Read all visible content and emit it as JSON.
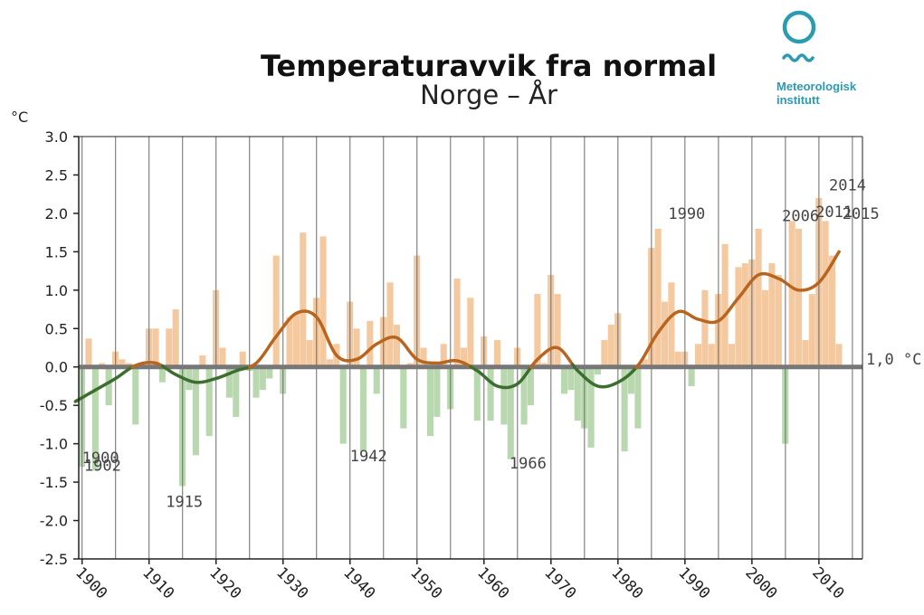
{
  "title": "Temperaturavvik fra normal",
  "subtitle": "Norge – År",
  "logo": {
    "line1": "Meteorologisk",
    "line2": "institutt",
    "icon": "met-logo-icon",
    "color": "#2a9bb0"
  },
  "colors": {
    "positive_bar": "#f5c9a0",
    "negative_bar": "#b9d8b0",
    "curve_positive": "#b8651f",
    "curve_negative": "#3c6e2f",
    "zero_line": "#777777"
  },
  "chart_data": {
    "type": "bar",
    "ylabel": "°C",
    "ylim": [
      -2.5,
      3.0
    ],
    "yticks": [
      "3.0",
      "2.5",
      "2.0",
      "1.5",
      "1.0",
      "0.5",
      "0.0",
      "-0.5",
      "-1.0",
      "-1.5",
      "-2.0",
      "-2.5"
    ],
    "xlim": [
      1899.5,
      2016.5
    ],
    "xticks": [
      "1900",
      "1910",
      "1920",
      "1930",
      "1940",
      "1950",
      "1960",
      "1970",
      "1980",
      "1990",
      "2000",
      "2010"
    ],
    "grid": "vertical",
    "reference_label": "1,0 °C",
    "bars": {
      "years": [
        1900,
        1901,
        1902,
        1903,
        1904,
        1905,
        1906,
        1907,
        1908,
        1909,
        1910,
        1911,
        1912,
        1913,
        1914,
        1915,
        1916,
        1917,
        1918,
        1919,
        1920,
        1921,
        1922,
        1923,
        1924,
        1925,
        1926,
        1927,
        1928,
        1929,
        1930,
        1931,
        1932,
        1933,
        1934,
        1935,
        1936,
        1937,
        1938,
        1939,
        1940,
        1941,
        1942,
        1943,
        1944,
        1945,
        1946,
        1947,
        1948,
        1949,
        1950,
        1951,
        1952,
        1953,
        1954,
        1955,
        1956,
        1957,
        1958,
        1959,
        1960,
        1961,
        1962,
        1963,
        1964,
        1965,
        1966,
        1967,
        1968,
        1969,
        1970,
        1971,
        1972,
        1973,
        1974,
        1975,
        1976,
        1977,
        1978,
        1979,
        1980,
        1981,
        1982,
        1983,
        1984,
        1985,
        1986,
        1987,
        1988,
        1989,
        1990,
        1991,
        1992,
        1993,
        1994,
        1995,
        1996,
        1997,
        1998,
        1999,
        2000,
        2001,
        2002,
        2003,
        2004,
        2005,
        2006,
        2007,
        2008,
        2009,
        2010,
        2011,
        2012,
        2013,
        2014,
        2015,
        2016
      ],
      "values": [
        -1.3,
        0.37,
        -1.35,
        0.05,
        -0.5,
        0.2,
        0.1,
        0.05,
        -0.75,
        0.05,
        0.5,
        0.5,
        -0.2,
        0.5,
        0.75,
        -1.55,
        -0.3,
        -1.15,
        0.15,
        -0.9,
        1.0,
        0.25,
        -0.4,
        -0.65,
        0.2,
        -0.05,
        -0.4,
        -0.3,
        -0.15,
        1.45,
        -0.35,
        0.65,
        0.7,
        1.75,
        0.35,
        0.9,
        1.7,
        0.1,
        0.3,
        -1.0,
        0.85,
        0.5,
        -1.1,
        0.6,
        -0.35,
        0.65,
        1.1,
        0.55,
        -0.8,
        0.05,
        1.45,
        0.25,
        -0.9,
        -0.65,
        0.3,
        -0.55,
        1.15,
        0.25,
        0.9,
        -0.7,
        0.4,
        -0.7,
        0.35,
        -0.75,
        -1.2,
        0.25,
        -0.75,
        -0.5,
        0.95,
        0.05,
        1.2,
        0.95,
        -0.35,
        -0.3,
        -0.7,
        -0.8,
        -1.05,
        -0.1,
        0.35,
        0.55,
        0.7,
        -1.1,
        -0.35,
        -0.8,
        0.1,
        1.55,
        1.8,
        0.85,
        1.1,
        0.2,
        0.2,
        -0.25,
        0.3,
        1.0,
        0.3,
        0.95,
        1.6,
        0.3,
        1.3,
        1.35,
        1.4,
        1.8,
        1.0,
        1.35,
        1.2,
        -1.0,
        1.9,
        1.8,
        0.35,
        0.95,
        2.2,
        1.9,
        1.45,
        0.3,
        0.0,
        0.0,
        0.0
      ]
    },
    "smoothed": {
      "years": [
        1899,
        1902,
        1905,
        1908,
        1911,
        1914,
        1917,
        1920,
        1923,
        1926,
        1929,
        1932,
        1935,
        1938,
        1941,
        1944,
        1947,
        1950,
        1953,
        1956,
        1959,
        1962,
        1965,
        1968,
        1971,
        1974,
        1977,
        1980,
        1983,
        1986,
        1989,
        1992,
        1995,
        1998,
        2001,
        2004,
        2007,
        2010,
        2013
      ],
      "values": [
        -0.45,
        -0.3,
        -0.15,
        0.02,
        0.05,
        -0.1,
        -0.2,
        -0.15,
        -0.05,
        0.05,
        0.4,
        0.7,
        0.65,
        0.15,
        0.1,
        0.3,
        0.38,
        0.1,
        0.05,
        0.08,
        -0.05,
        -0.25,
        -0.22,
        0.1,
        0.25,
        -0.05,
        -0.25,
        -0.2,
        0.02,
        0.45,
        0.72,
        0.62,
        0.6,
        0.9,
        1.2,
        1.15,
        1.0,
        1.1,
        1.5
      ]
    },
    "annotations": [
      {
        "text": "1900",
        "x": 1900.0,
        "y": -1.25
      },
      {
        "text": "1902",
        "x": 1900.3,
        "y": -1.35
      },
      {
        "text": "1915",
        "x": 1912.5,
        "y": -1.82
      },
      {
        "text": "1942",
        "x": 1940.0,
        "y": -1.23
      },
      {
        "text": "1966",
        "x": 1963.8,
        "y": -1.32
      },
      {
        "text": "1990",
        "x": 1987.5,
        "y": 1.93
      },
      {
        "text": "2006",
        "x": 2004.5,
        "y": 1.9
      },
      {
        "text": "2011",
        "x": 2009.5,
        "y": 1.95
      },
      {
        "text": "2014",
        "x": 2011.5,
        "y": 2.3
      },
      {
        "text": "2015",
        "x": 2013.5,
        "y": 1.93
      }
    ]
  }
}
